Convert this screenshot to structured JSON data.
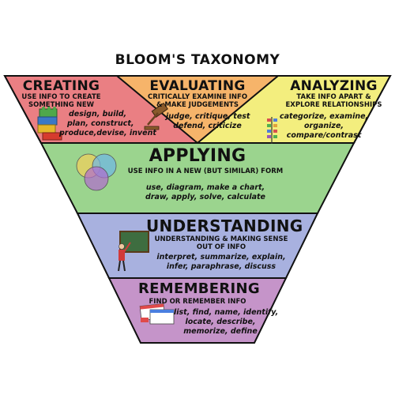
{
  "title": "BLOOM'S TAXONOMY",
  "levels": {
    "creating": {
      "heading": "CREATING",
      "description": [
        "USE INFO TO CREATE",
        "SOMETHING NEW"
      ],
      "verbs": [
        "design, build,",
        "plan, construct,",
        "produce,devise, invent"
      ],
      "color": "#ea7f83",
      "icon": "lego-bricks-icon"
    },
    "evaluating": {
      "heading": "EVALUATING",
      "description": [
        "CRITICALLY EXAMINE INFO",
        "& MAKE JUDGEMENTS"
      ],
      "verbs": [
        "judge, critique, test",
        "defend, criticize"
      ],
      "color": "#f6b46a",
      "icon": "gavel-icon"
    },
    "analyzing": {
      "heading": "ANALYZING",
      "description": [
        "TAKE INFO APART &",
        "EXPLORE RELATIONSHIPS"
      ],
      "verbs": [
        "categorize, examine,",
        "organize,",
        "compare/contrast"
      ],
      "color": "#f3ee7e",
      "icon": "bar-chart-icon"
    },
    "applying": {
      "heading": "APPLYING",
      "description": [
        "USE INFO IN A NEW (BUT SIMILAR) FORM"
      ],
      "verbs": [
        "use, diagram, make a chart,",
        "draw, apply, solve, calculate"
      ],
      "color": "#9bd48e",
      "icon": "venn-diagram-icon"
    },
    "understanding": {
      "heading": "UNDERSTANDING",
      "description": [
        "UNDERSTANDING & MAKING SENSE",
        "OUT OF INFO"
      ],
      "verbs": [
        "interpret, summarize, explain,",
        "infer, paraphrase, discuss"
      ],
      "color": "#a8b1df",
      "icon": "teacher-at-board-icon"
    },
    "remembering": {
      "heading": "REMEMBERING",
      "description": [
        "FIND OR REMEMBER INFO"
      ],
      "verbs": [
        "list, find, name, identify,",
        "locate, describe,",
        "memorize, define"
      ],
      "color": "#c594c9",
      "icon": "flashcards-icon"
    }
  }
}
